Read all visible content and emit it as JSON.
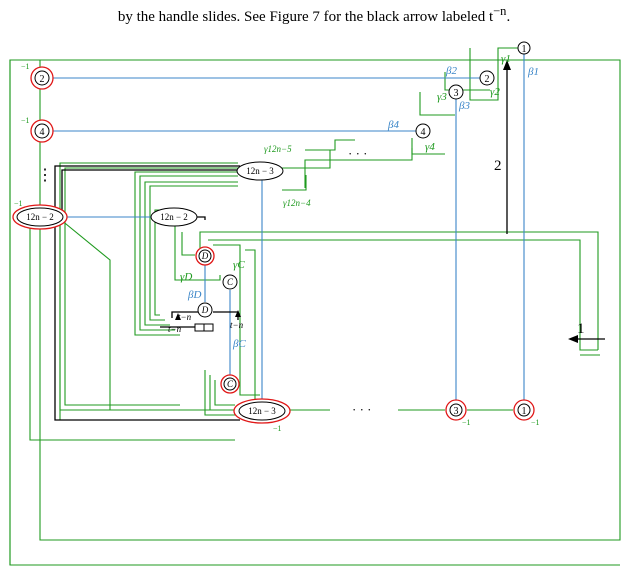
{
  "caption": "by the handle slides. See Figure 7 for the black arrow labeled t",
  "caption_sup": "−n",
  "caption_end": ".",
  "colors": {
    "blue": "#3b86c8",
    "green": "#1f9a1f",
    "red": "#e01818",
    "black": "#000000"
  },
  "nodes": {
    "n1": "1",
    "n2": "2",
    "n3": "3",
    "n4": "4",
    "n2_left": "2",
    "n4_left": "4",
    "n12n3_top": "12n − 3",
    "n12n2_mid": "12n − 2",
    "n12n2_left": "12n − 2",
    "nD_top": "D",
    "nC_top": "C",
    "nD_bot": "D",
    "nC_bot": "C",
    "n12n3_bot": "12n − 3",
    "n3_bot": "3",
    "n1_bot": "1"
  },
  "labels": {
    "gamma1": "γ1",
    "beta1": "β1",
    "beta2": "β2",
    "gamma2": "γ2",
    "gamma3": "γ3",
    "beta3": "β3",
    "beta4": "β4",
    "gamma4": "γ4",
    "gamma12n5": "γ12n−5",
    "gamma12n4": "γ12n−4",
    "gammaD": "γD",
    "gammaC": "γC",
    "betaD": "βD",
    "betaC": "βC",
    "tn1": "t−n",
    "tn2": "t−n",
    "tn3": "t−n",
    "arrow2": "2",
    "arrow1": "1",
    "minus_top1": "−1",
    "minus_top2": "−1",
    "minus_left": "−1",
    "minus_bot1": "−1",
    "minus_bot2": "−1",
    "minus_bot3": "−1",
    "dots_top": "· · ·",
    "dots_bot": "· · ·",
    "dots_vert": "⋮"
  }
}
